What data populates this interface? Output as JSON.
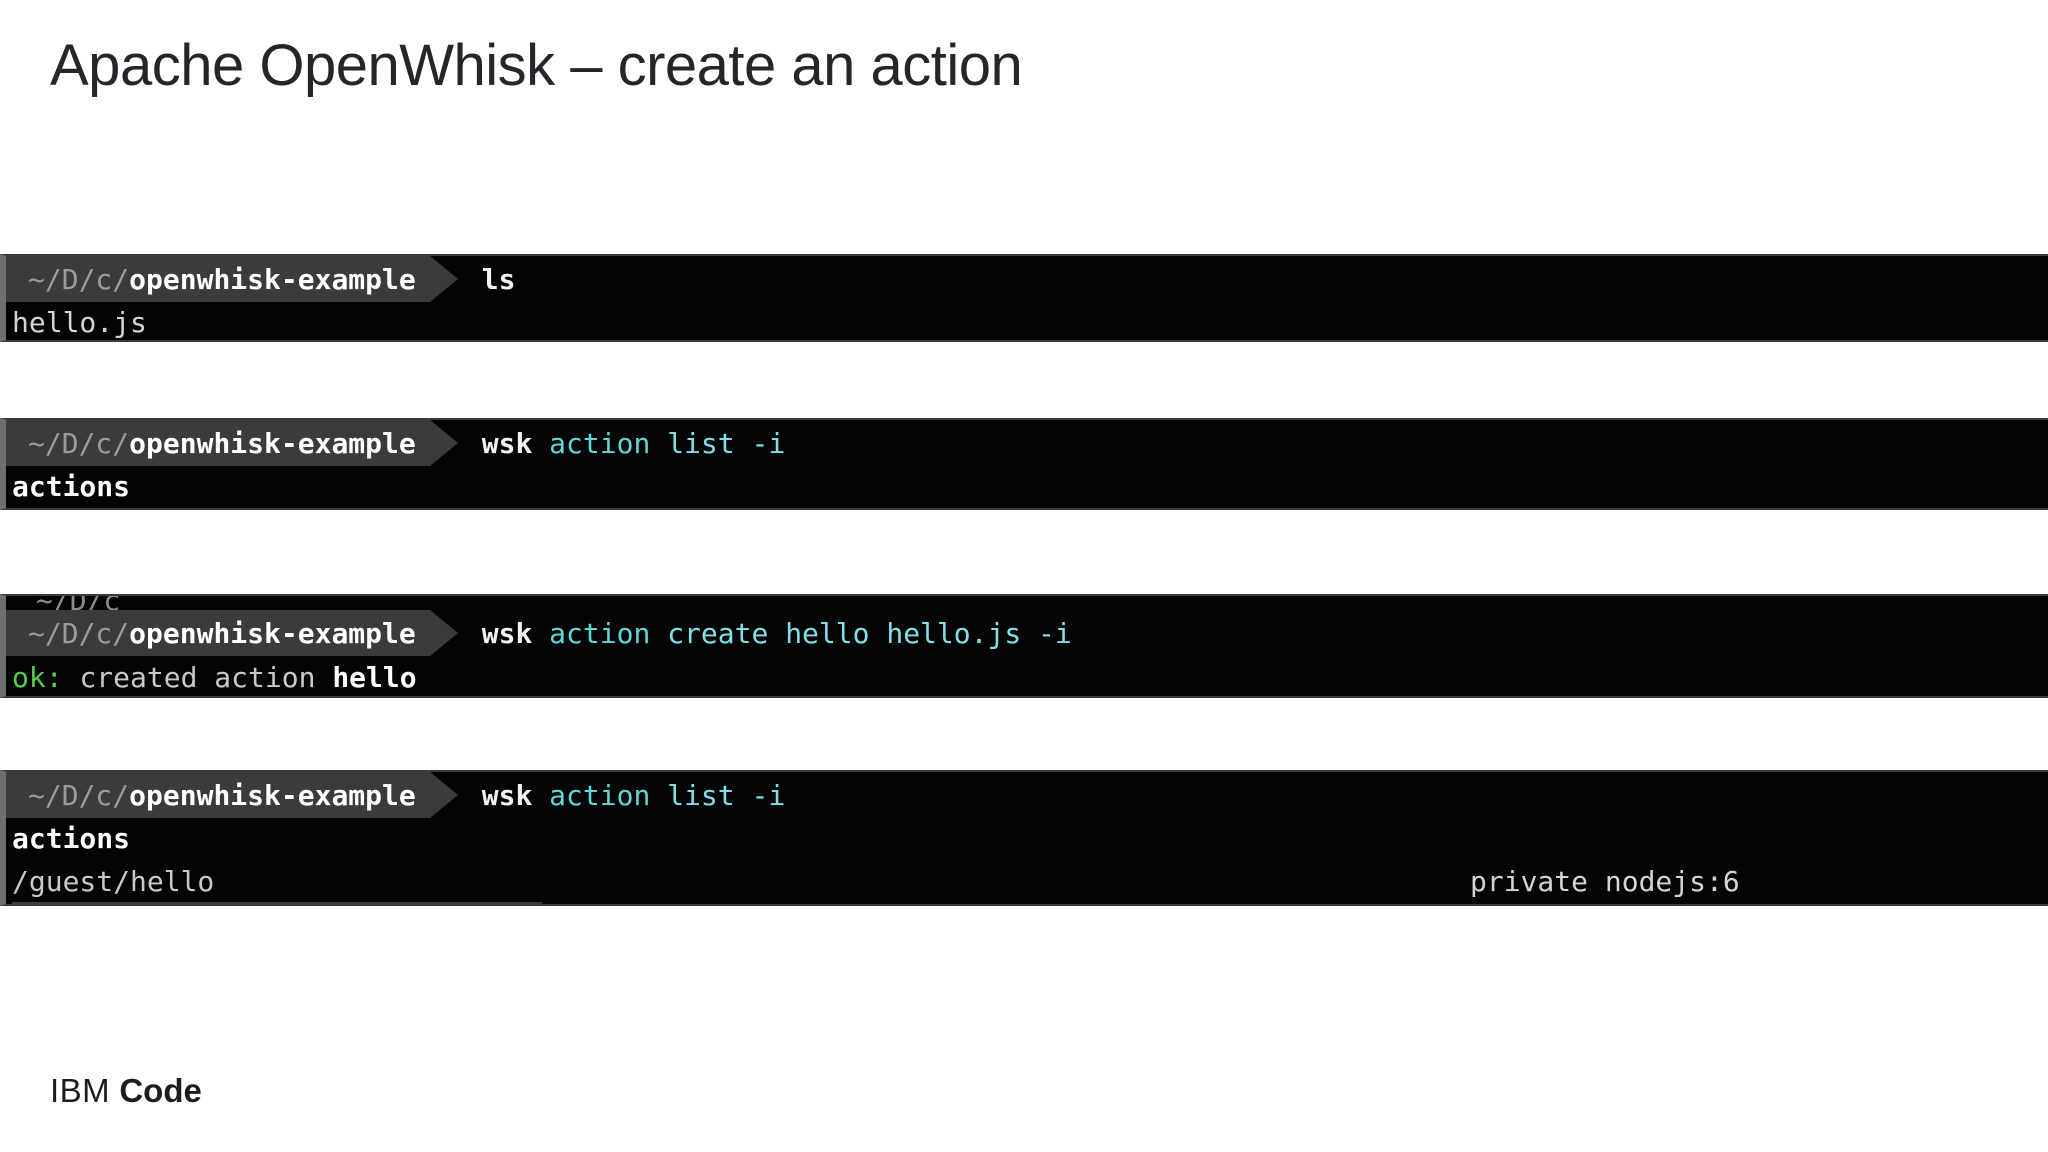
{
  "slide": {
    "title": "Apache OpenWhisk – create an action",
    "footer": {
      "brand": "IBM",
      "product": "Code"
    }
  },
  "theme": {
    "page_background": "#ffffff",
    "title_color": "#26262a",
    "terminal_background": "#040404",
    "prompt_segment_background": "#3b3b3b",
    "prompt_path_dim_color": "#9b9b9b",
    "prompt_dir_color": "#ffffff",
    "command_binary_color": "#f2f2f2",
    "command_subcommand_color": "#5fd7d7",
    "command_argument_color": "#7fe0e8",
    "output_text_color": "#d4d4d4",
    "output_success_color": "#4fd14f",
    "block_border_color": "#6f6f6f"
  },
  "terminals": [
    {
      "id": "terminal-ls",
      "prompt": {
        "path_dim": "~/D/c/",
        "path_dir": "openwhisk-example"
      },
      "command": {
        "binary": "ls",
        "subcommand": "",
        "arguments": ""
      },
      "output": [
        {
          "text": "hello.js",
          "style": "dim"
        }
      ]
    },
    {
      "id": "terminal-action-list-empty",
      "prompt": {
        "path_dim": "~/D/c/",
        "path_dir": "openwhisk-example"
      },
      "command": {
        "binary": "wsk",
        "subcommand": "action",
        "arguments": "list -i"
      },
      "output": [
        {
          "text": "actions",
          "style": "bold"
        }
      ]
    },
    {
      "id": "terminal-action-create",
      "prompt": {
        "path_dim": "~/D/c/",
        "path_dir": "openwhisk-example"
      },
      "command": {
        "binary": "wsk",
        "subcommand": "action",
        "arguments": "create hello hello.js -i"
      },
      "output": [
        {
          "status": "ok:",
          "text": "created action ",
          "name": "hello",
          "style": "status"
        }
      ]
    },
    {
      "id": "terminal-action-list-result",
      "prompt": {
        "path_dim": "~/D/c/",
        "path_dir": "openwhisk-example"
      },
      "command": {
        "binary": "wsk",
        "subcommand": "action",
        "arguments": "list -i"
      },
      "output": [
        {
          "text": "actions",
          "style": "bold"
        },
        {
          "text": "/guest/hello",
          "right": "private nodejs:6",
          "style": "dim"
        }
      ]
    }
  ]
}
